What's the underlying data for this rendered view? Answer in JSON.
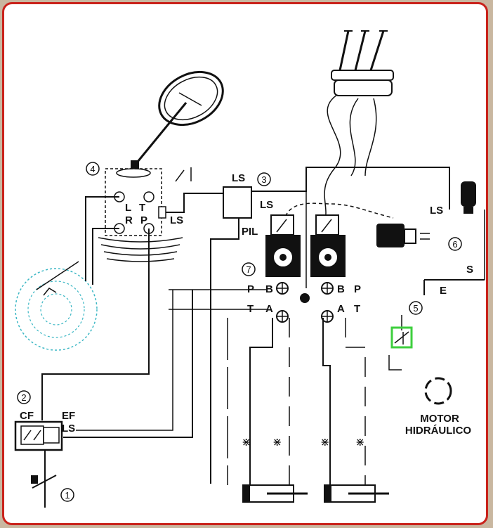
{
  "callouts": {
    "c1": "1",
    "c2": "2",
    "c3": "3",
    "c4": "4",
    "c5": "5",
    "c6": "6",
    "c7": "7"
  },
  "labels": {
    "steering_L": "L",
    "steering_T": "T",
    "steering_R": "R",
    "steering_P": "P",
    "steering_LS": "LS",
    "valve3_LS_top": "LS",
    "valve3_LS_side": "LS",
    "valve3_PIL": "PIL",
    "priority_CF": "CF",
    "priority_EF": "EF",
    "priority_LS": "LS",
    "control_P_left": "P",
    "control_T_left": "T",
    "control_B_left": "B",
    "control_A_left": "A",
    "control_B_right": "B",
    "control_A_right": "A",
    "control_P_right": "P",
    "control_T_right": "T",
    "block6_LS": "LS",
    "block6_S": "S",
    "block6_E": "E",
    "motor_line1": "MOTOR",
    "motor_line2": "HIDRÁULICO"
  },
  "colors": {
    "frame_border": "#c9221b",
    "background": "#c9b7a0",
    "pump_circle": "#3bb7c4",
    "check_valve_highlight": "#3ecf3e"
  }
}
